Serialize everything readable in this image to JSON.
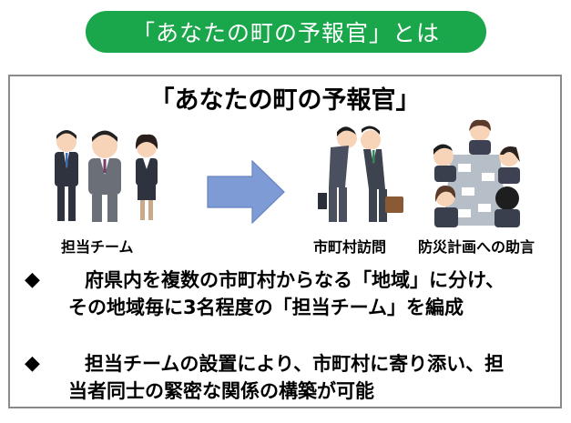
{
  "header": {
    "title": "「あなたの町の予報官」とは",
    "color": "#1aa64a"
  },
  "panel": {
    "title": "「あなたの町の予報官」",
    "illustrations": [
      {
        "icon": "team-people-icon",
        "caption": "担当チーム"
      },
      {
        "icon": "right-arrow-icon",
        "caption": ""
      },
      {
        "icon": "bowing-visit-icon",
        "caption": "市町村訪問"
      },
      {
        "icon": "meeting-table-icon",
        "caption": "防災計画への助言"
      }
    ],
    "arrow_color": "#7f9bd6",
    "bullets": [
      {
        "marker": "◆",
        "line1": "府県内を複数の市町村からなる「地域」に分け、",
        "line2": "その地域毎に3名程度の「担当チーム」を編成"
      },
      {
        "marker": "◆",
        "line1": "担当チームの設置により、市町村に寄り添い、担",
        "line2": "当者同士の緊密な関係の構築が可能"
      }
    ]
  }
}
